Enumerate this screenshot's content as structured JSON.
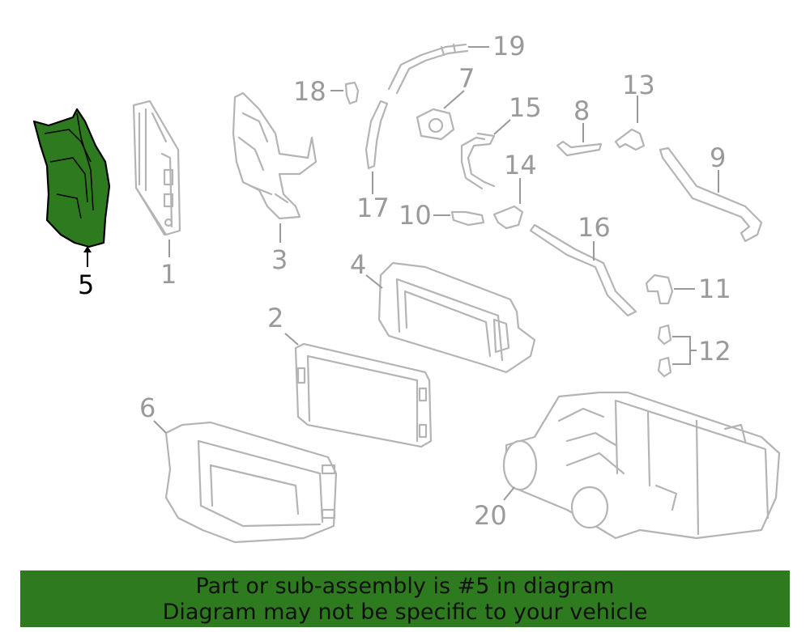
{
  "callouts": {
    "c1": "1",
    "c2": "2",
    "c3": "3",
    "c4": "4",
    "c5": "5",
    "c6": "6",
    "c7": "7",
    "c8": "8",
    "c9": "9",
    "c10": "10",
    "c11": "11",
    "c12": "12",
    "c13": "13",
    "c14": "14",
    "c15": "15",
    "c16": "16",
    "c17": "17",
    "c18": "18",
    "c19": "19",
    "c20": "20"
  },
  "highlighted_part": "5",
  "banner": {
    "line1": "Part or sub-assembly is #5 in diagram",
    "line2": "Diagram may not be specific to your vehicle"
  },
  "colors": {
    "highlight_fill": "#2e7a1f",
    "banner_background": "#2e7a1f",
    "part_outline": "#b4b4b4",
    "callout_text": "#9a9a9a"
  }
}
